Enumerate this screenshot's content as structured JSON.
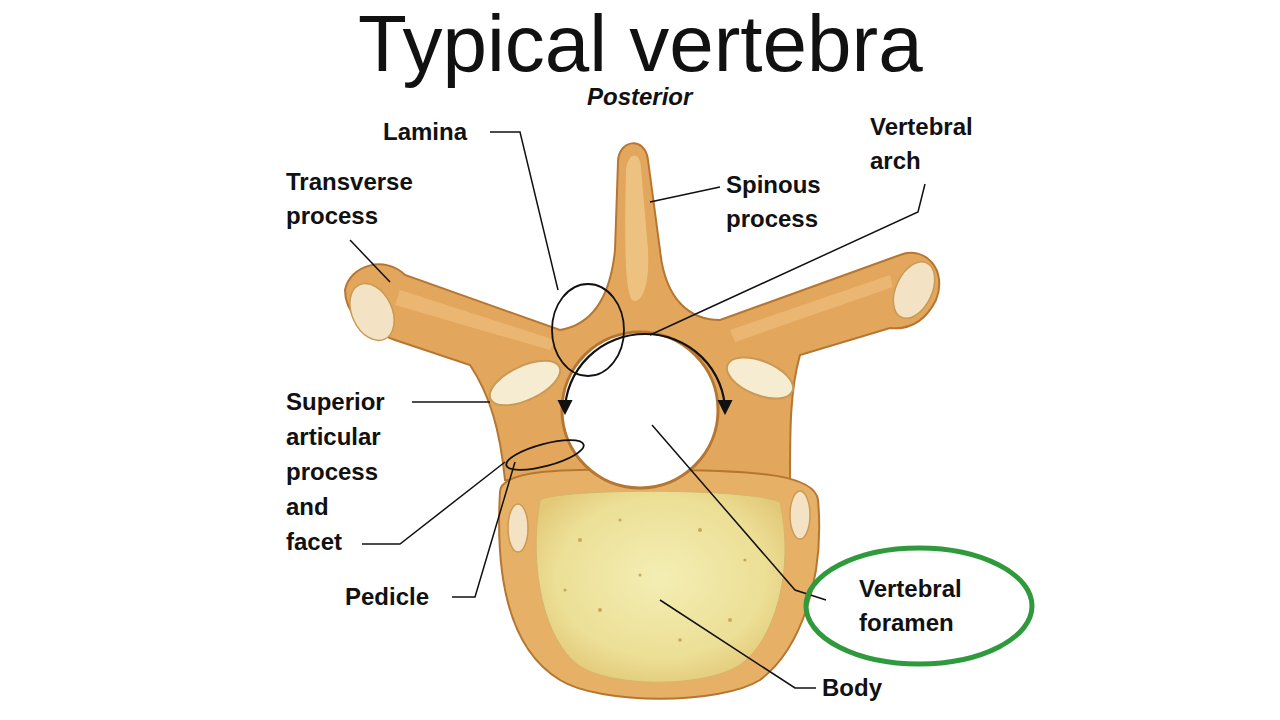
{
  "diagram": {
    "title": "Typical vertebra",
    "nodes": [
      {
        "text": [
          "Vertebral foramen"
        ]
      }
    ],
    "labels": [
      "Posterior",
      "Lamina",
      "Vertebral arch",
      "Transverse process",
      "Spinous process",
      "Superior articular process and facet",
      "Pedicle",
      "Body"
    ]
  }
}
